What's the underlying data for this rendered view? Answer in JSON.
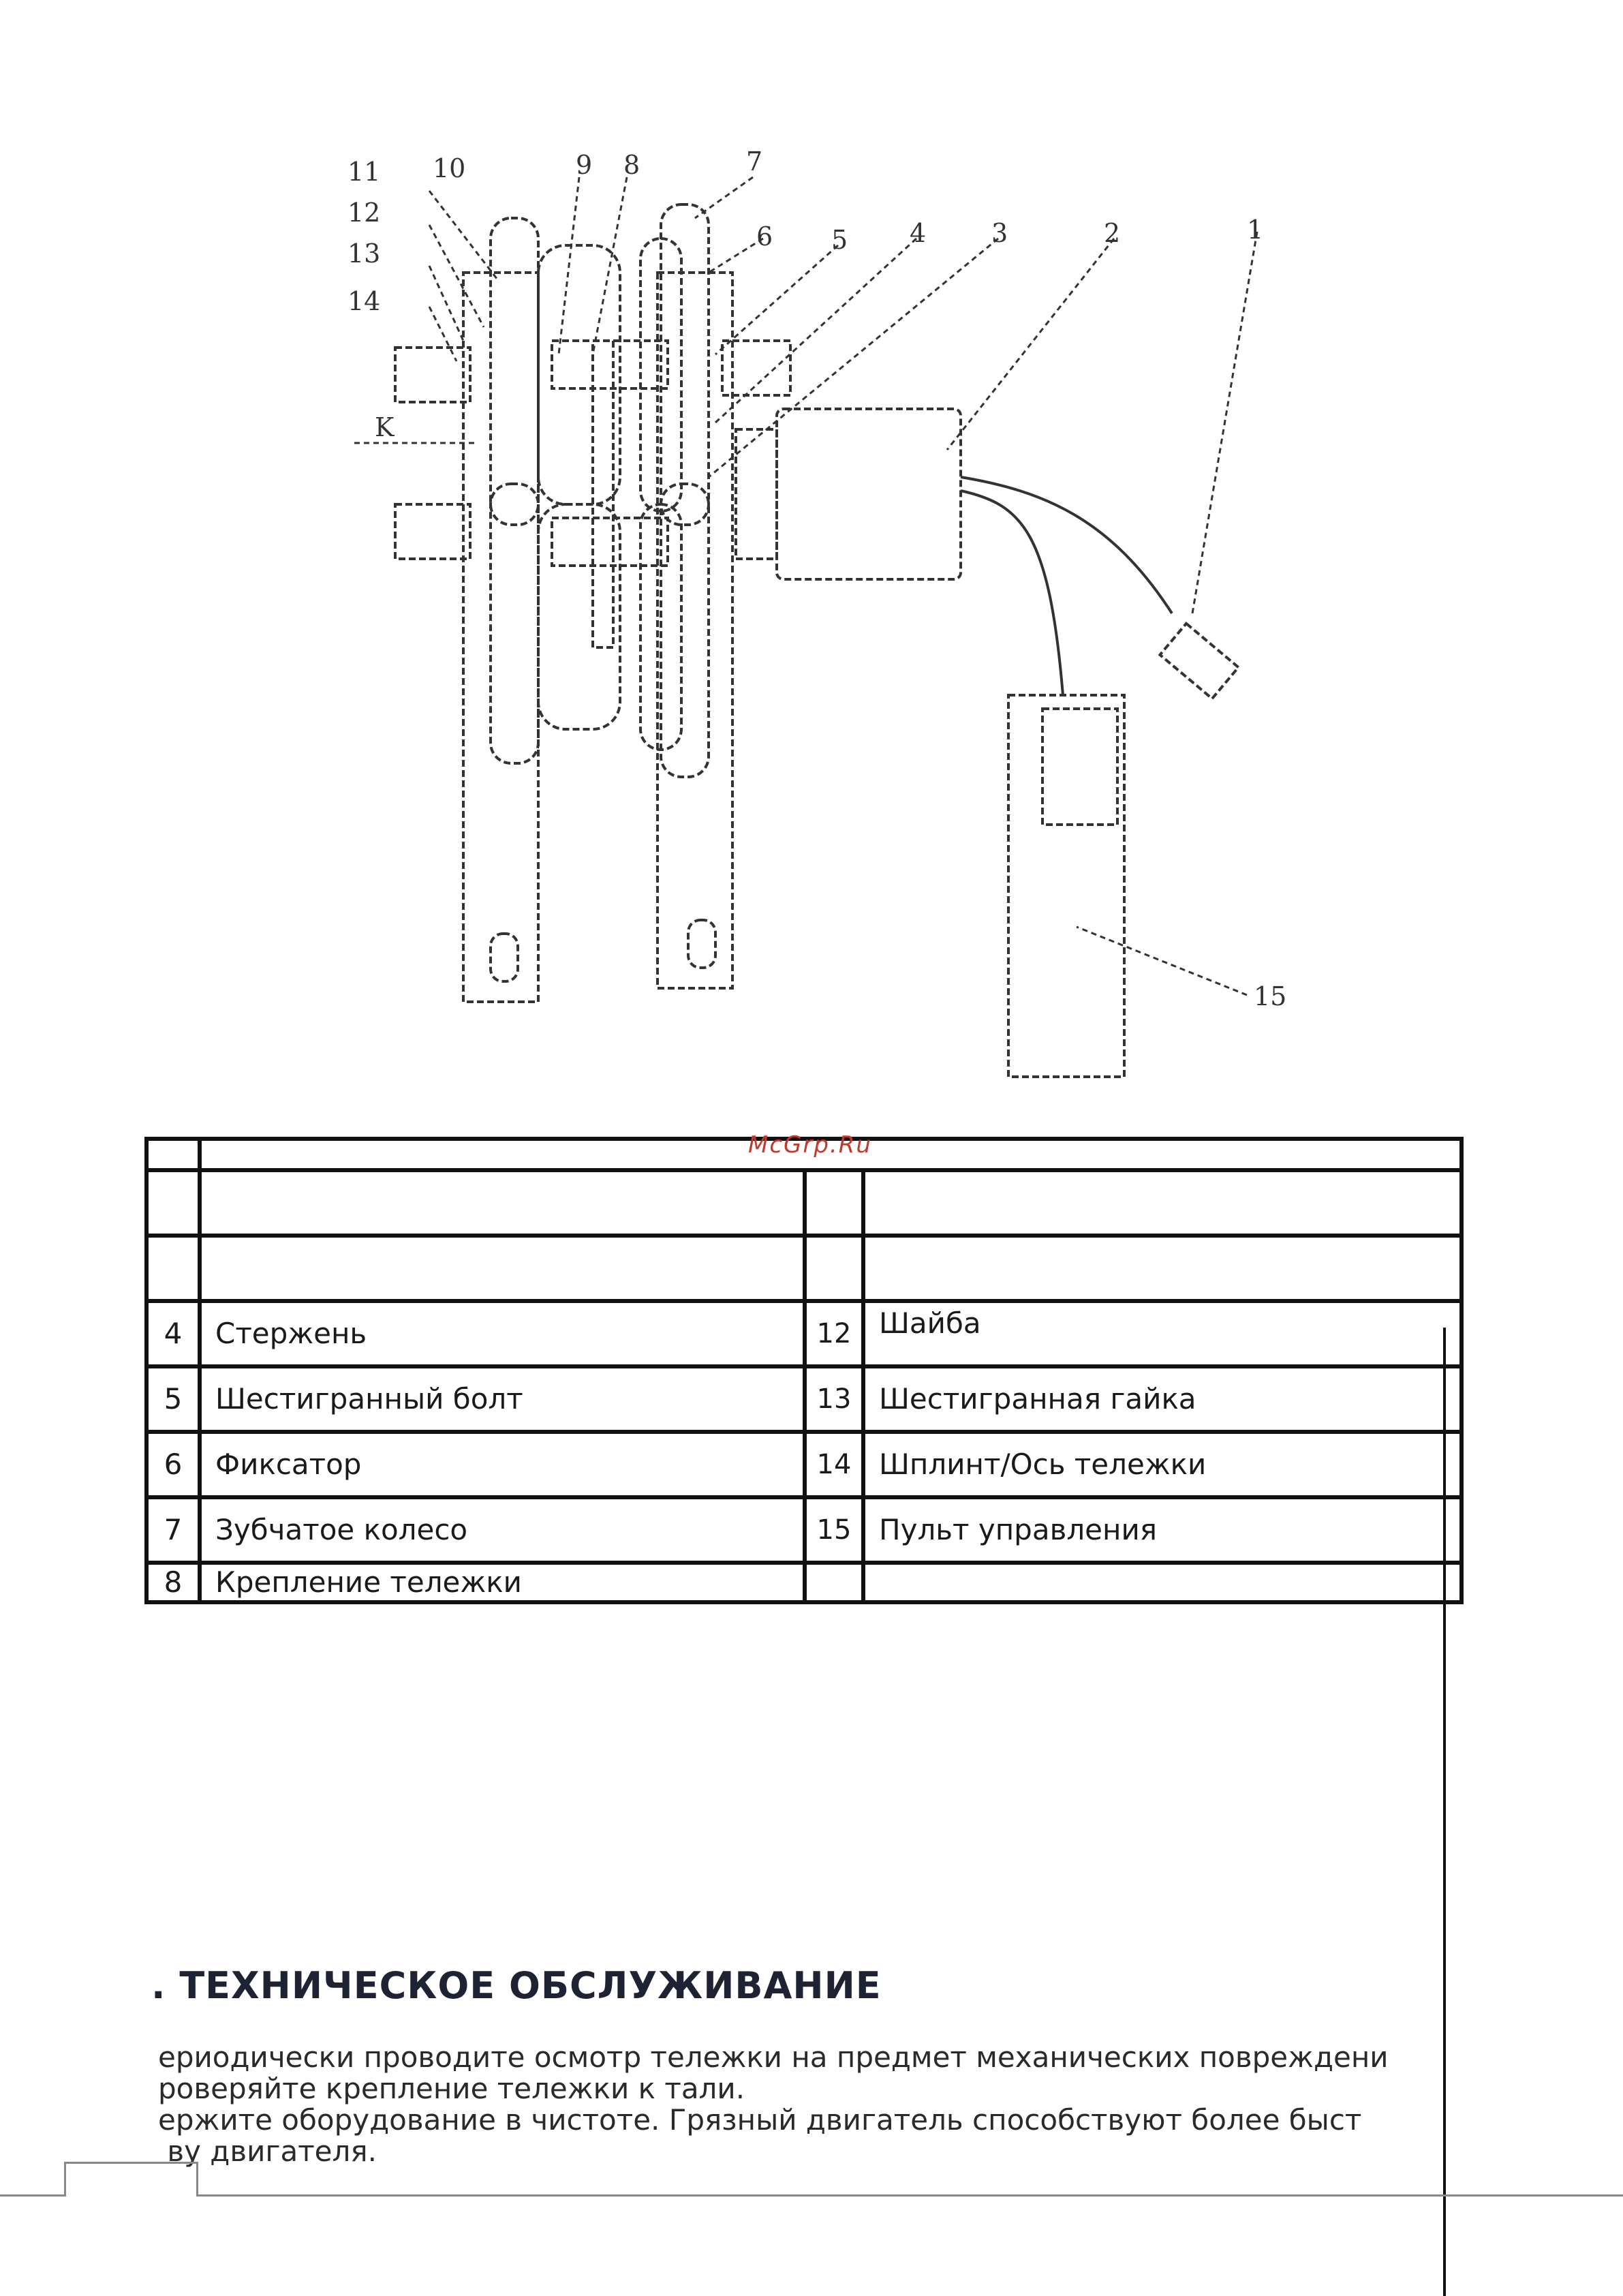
{
  "diagram": {
    "callouts": [
      "1",
      "2",
      "3",
      "4",
      "5",
      "6",
      "7",
      "8",
      "9",
      "10",
      "11",
      "12",
      "13",
      "14",
      "15",
      "K"
    ]
  },
  "watermark": "McGrp.Ru",
  "parts_table": {
    "rows": [
      {
        "left_num": "4",
        "left_name": "Стержень",
        "right_num": "12",
        "right_name": "Шайба"
      },
      {
        "left_num": "5",
        "left_name": "Шестигранный болт",
        "right_num": "13",
        "right_name": "Шестигранная гайка"
      },
      {
        "left_num": "6",
        "left_name": "Фиксатор",
        "right_num": "14",
        "right_name": "Шплинт/Ось тележки"
      },
      {
        "left_num": "7",
        "left_name": "Зубчатое колесо",
        "right_num": "15",
        "right_name": "Пульт управления"
      },
      {
        "left_num": "8",
        "left_name": "Крепление тележки",
        "right_num": "",
        "right_name": ""
      }
    ]
  },
  "section": {
    "title": ". ТЕХНИЧЕСКОЕ ОБСЛУЖИВАНИЕ",
    "lines": [
      "ериодически проводите осмотр тележки на предмет механических повреждени",
      "роверяйте крепление тележки к тали.",
      "ержите оборудование в чистоте. Грязный двигатель способствуют более быст",
      " ву двигателя."
    ]
  }
}
